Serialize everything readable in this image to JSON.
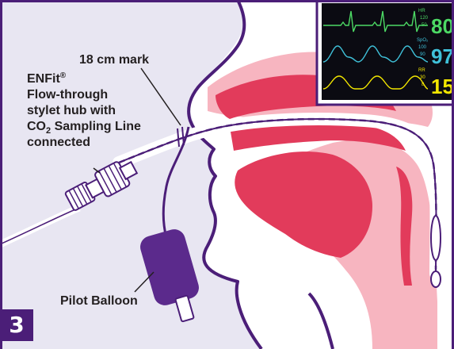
{
  "step_number": "3",
  "labels": {
    "mark": "18 cm mark",
    "hub_line1": "ENFit",
    "hub_reg": "®",
    "hub_line2": "Flow-through",
    "hub_line3": "stylet hub with",
    "hub_line4_pre": "CO",
    "hub_line4_sub": "2",
    "hub_line4_post": " Sampling Line",
    "hub_line5": "connected",
    "balloon": "Pilot Balloon"
  },
  "monitor": {
    "hr": {
      "value": "80",
      "tag": "HR",
      "hi": "120",
      "lo": "50",
      "color": "#4cd964"
    },
    "spo2": {
      "value": "97",
      "tag": "SpO₂",
      "hi": "100",
      "lo": "90",
      "color": "#3fc1d9"
    },
    "rr": {
      "value": "15",
      "tag": "RR",
      "hi": "30",
      "lo": "8",
      "color": "#f2e600"
    }
  },
  "colors": {
    "frame": "#4b1e78",
    "background": "#e8e6f2",
    "tissue_light": "#f7b5c0",
    "tissue_dark": "#e23b5b"
  }
}
